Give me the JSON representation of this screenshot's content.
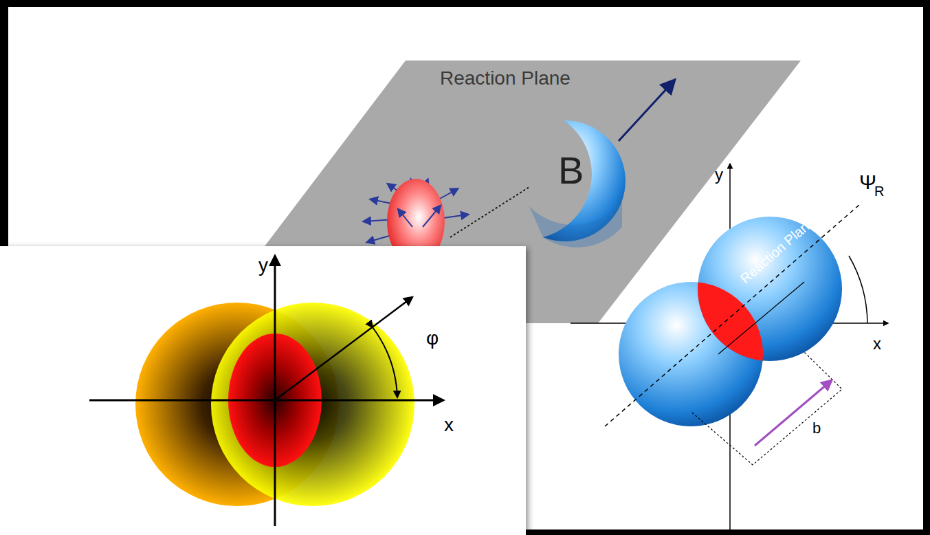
{
  "diagram": {
    "labels": [
      "Reaction Plane",
      "B",
      "y",
      "x",
      "φ",
      "y",
      "x",
      "Reaction Plane",
      "Ψ",
      "R",
      "b"
    ]
  }
}
